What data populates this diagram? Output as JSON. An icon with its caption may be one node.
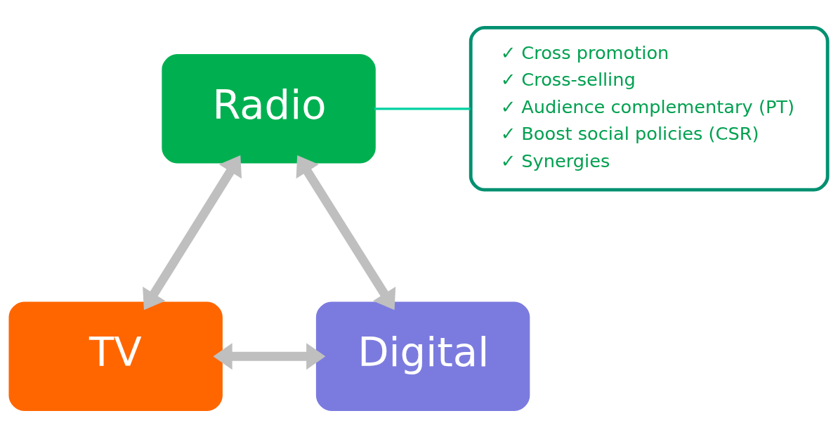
{
  "diagram": {
    "nodes": [
      {
        "text": [
          "Radio"
        ]
      },
      {
        "text": [
          "✓ Cross promotion",
          "✓ Cross-selling",
          "✓ Audience complementary (PT)",
          "✓ Boost social policies (CSR)",
          "✓ Synergies"
        ]
      },
      {
        "text": [
          "TV"
        ]
      },
      {
        "text": [
          "Digital"
        ]
      }
    ],
    "edges": [
      {
        "from": 0,
        "to": 1,
        "arrow": "none",
        "color": "#00d0a0"
      },
      {
        "from": 0,
        "to": 2,
        "arrow": "both"
      },
      {
        "from": 0,
        "to": 3,
        "arrow": "both"
      },
      {
        "from": 2,
        "to": 3,
        "arrow": "both"
      }
    ]
  }
}
